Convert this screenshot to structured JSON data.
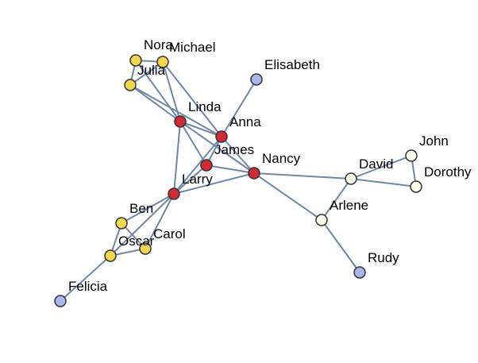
{
  "colors": {
    "background": "#ffffff",
    "edge": "#6f87a6",
    "node_stroke": "#333333",
    "label": "#000000",
    "group": {
      "yellow": "#f2d64b",
      "red": "#d42a35",
      "blue": "#a9b6ec",
      "white": "#fbfbe9"
    }
  },
  "nodes": [
    {
      "id": "nora",
      "label": "Nora",
      "group": "yellow"
    },
    {
      "id": "michael",
      "label": "Michael",
      "group": "yellow"
    },
    {
      "id": "julia",
      "label": "Julia",
      "group": "yellow"
    },
    {
      "id": "linda",
      "label": "Linda",
      "group": "red"
    },
    {
      "id": "anna",
      "label": "Anna",
      "group": "red"
    },
    {
      "id": "james",
      "label": "James",
      "group": "red"
    },
    {
      "id": "larry",
      "label": "Larry",
      "group": "red"
    },
    {
      "id": "nancy",
      "label": "Nancy",
      "group": "red"
    },
    {
      "id": "elisabeth",
      "label": "Elisabeth",
      "group": "blue"
    },
    {
      "id": "david",
      "label": "David",
      "group": "white"
    },
    {
      "id": "john",
      "label": "John",
      "group": "white"
    },
    {
      "id": "dorothy",
      "label": "Dorothy",
      "group": "white"
    },
    {
      "id": "arlene",
      "label": "Arlene",
      "group": "white"
    },
    {
      "id": "rudy",
      "label": "Rudy",
      "group": "blue"
    },
    {
      "id": "ben",
      "label": "Ben",
      "group": "yellow"
    },
    {
      "id": "carol",
      "label": "Carol",
      "group": "yellow"
    },
    {
      "id": "oscar",
      "label": "Oscar",
      "group": "yellow"
    },
    {
      "id": "felicia",
      "label": "Felicia",
      "group": "blue"
    }
  ],
  "edges": [
    [
      "nora",
      "michael"
    ],
    [
      "nora",
      "julia"
    ],
    [
      "michael",
      "julia"
    ],
    [
      "nora",
      "linda"
    ],
    [
      "michael",
      "linda"
    ],
    [
      "julia",
      "linda"
    ],
    [
      "julia",
      "anna"
    ],
    [
      "michael",
      "anna"
    ],
    [
      "linda",
      "anna"
    ],
    [
      "linda",
      "james"
    ],
    [
      "linda",
      "larry"
    ],
    [
      "linda",
      "nancy"
    ],
    [
      "anna",
      "elisabeth"
    ],
    [
      "anna",
      "nancy"
    ],
    [
      "anna",
      "larry"
    ],
    [
      "anna",
      "james"
    ],
    [
      "james",
      "larry"
    ],
    [
      "james",
      "nancy"
    ],
    [
      "larry",
      "nancy"
    ],
    [
      "nancy",
      "david"
    ],
    [
      "nancy",
      "arlene"
    ],
    [
      "david",
      "john"
    ],
    [
      "david",
      "dorothy"
    ],
    [
      "john",
      "dorothy"
    ],
    [
      "david",
      "arlene"
    ],
    [
      "arlene",
      "rudy"
    ],
    [
      "larry",
      "ben"
    ],
    [
      "larry",
      "carol"
    ],
    [
      "larry",
      "oscar"
    ],
    [
      "ben",
      "oscar"
    ],
    [
      "ben",
      "carol"
    ],
    [
      "oscar",
      "carol"
    ],
    [
      "oscar",
      "felicia"
    ]
  ]
}
